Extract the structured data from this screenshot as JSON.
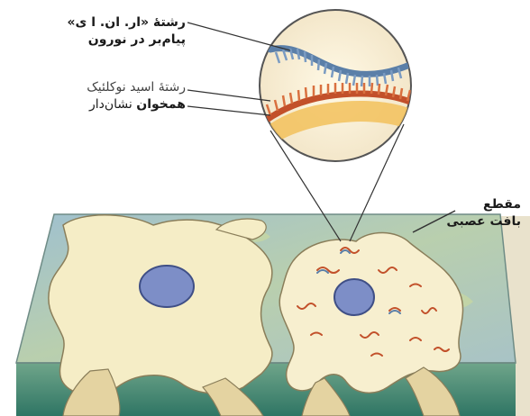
{
  "labels": {
    "mrna": {
      "line1": "رشتهٔ «ار. ان. ا ی»",
      "line2": "پیام‌بر در نورون"
    },
    "probe": {
      "line1": "رشتهٔ اسید نوکلئیک",
      "line2_bold": "همخوان",
      "line2_rest": " نشان‌دار"
    },
    "section": {
      "line1": "مقطع",
      "line2": "بافت عصبی"
    }
  },
  "colors": {
    "mrna_strand": "#5b7fa8",
    "probe_strand": "#c2502a",
    "label_tag": "#e7a35a",
    "cytoplasm": "#f3ecc4",
    "nucleus": "#7d8ec7",
    "tissue_top": "#a9c7b9",
    "tissue_front": "#3f8a74"
  }
}
